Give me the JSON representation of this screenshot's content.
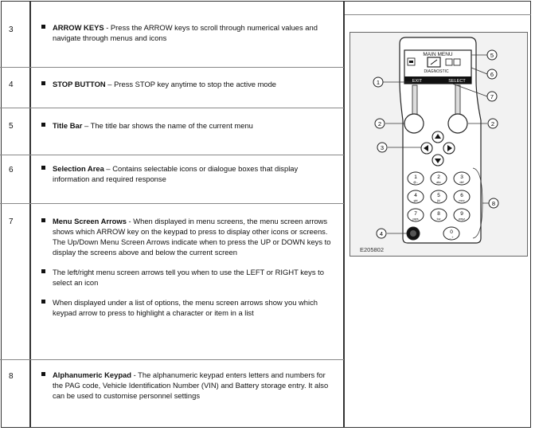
{
  "rows": [
    {
      "number": "3",
      "bullets": [
        {
          "title": "ARROW KEYS",
          "text": " - Press the ARROW keys to scroll through numerical values and navigate through menus and icons"
        }
      ]
    },
    {
      "number": "4",
      "bullets": [
        {
          "title": "STOP BUTTON",
          "text": " – Press STOP key anytime to stop the active mode"
        }
      ]
    },
    {
      "number": "5",
      "bullets": [
        {
          "title": "Title Bar",
          "text": " – The title bar shows the name of the current menu"
        }
      ]
    },
    {
      "number": "6",
      "bullets": [
        {
          "title": "Selection Area",
          "text": " – Contains selectable icons or dialogue boxes that display information and required response"
        }
      ]
    },
    {
      "number": "7",
      "bullets": [
        {
          "title": "Menu Screen Arrows",
          "text": " - When displayed in menu screens, the menu screen arrows shows which ARROW key on the keypad to press to display other icons or screens. The Up/Down Menu Screen Arrows indicate when to press the UP or DOWN keys to display the screens above and below the current screen"
        },
        {
          "title": "",
          "text": "The left/right menu screen arrows tell you when to use the LEFT or RIGHT keys to select an icon"
        },
        {
          "title": "",
          "text": "When displayed under a list of options, the menu screen arrows show you which keypad arrow to press to highlight a character or item in a list"
        }
      ]
    },
    {
      "number": "8",
      "bullets": [
        {
          "title": "Alphanumeric Keypad",
          "text": " - The alphanumeric keypad enters letters and numbers for the PAG code, Vehicle Identification Number (VIN) and Battery storage entry. It also can be used to customise personnel settings"
        }
      ]
    }
  ],
  "figure": {
    "id": "E205802",
    "screen_title": "MAIN MENU",
    "screen_subtitle": "DIAGNOSTIC",
    "left_softkey": "EXIT",
    "right_softkey": "SELECT",
    "callouts": [
      "1",
      "2",
      "2",
      "3",
      "4",
      "5",
      "6",
      "7",
      "8"
    ],
    "keypad": [
      {
        "digit": "1",
        "letters": "@.-"
      },
      {
        "digit": "2",
        "letters": "abc"
      },
      {
        "digit": "3",
        "letters": "def"
      },
      {
        "digit": "4",
        "letters": "ghi"
      },
      {
        "digit": "5",
        "letters": "jkl"
      },
      {
        "digit": "6",
        "letters": "mno"
      },
      {
        "digit": "7",
        "letters": "pqrs"
      },
      {
        "digit": "8",
        "letters": "tuv"
      },
      {
        "digit": "9",
        "letters": "wxyz"
      },
      {
        "digit": "0",
        "letters": "_ +"
      }
    ]
  }
}
